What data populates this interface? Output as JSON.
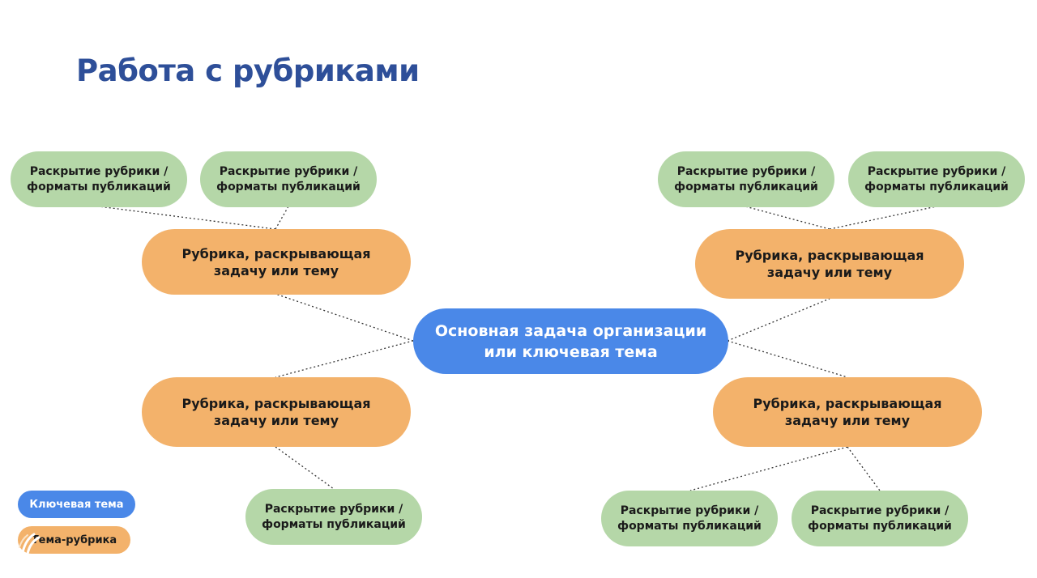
{
  "title": "Работа с рубриками",
  "center_node": "Основная задача организации\nили ключевая тема",
  "topics": [
    "Рубрика, раскрывающая\nзадачу или тему",
    "Рубрика, раскрывающая\nзадачу или тему",
    "Рубрика, раскрывающая\nзадачу или тему",
    "Рубрика, раскрывающая\nзадачу или тему"
  ],
  "formats": [
    "Раскрытие рубрики /\nформаты публикаций",
    "Раскрытие рубрики /\nформаты публикаций",
    "Раскрытие рубрики /\nформаты публикаций",
    "Раскрытие рубрики /\nформаты публикаций",
    "Раскрытие рубрики /\nформаты публикаций",
    "Раскрытие рубрики /\nформаты публикаций",
    "Раскрытие рубрики /\nформаты публикаций"
  ],
  "legend": {
    "key_theme": "Ключевая тема",
    "topic_theme": "Тема-рубрика"
  },
  "colors": {
    "title": "#2e4f99",
    "center": "#4a88e8",
    "topic": "#f3b26b",
    "format": "#b5d7a8",
    "connector": "#333333"
  },
  "icons": {
    "logo": "logo-mark-icon"
  }
}
